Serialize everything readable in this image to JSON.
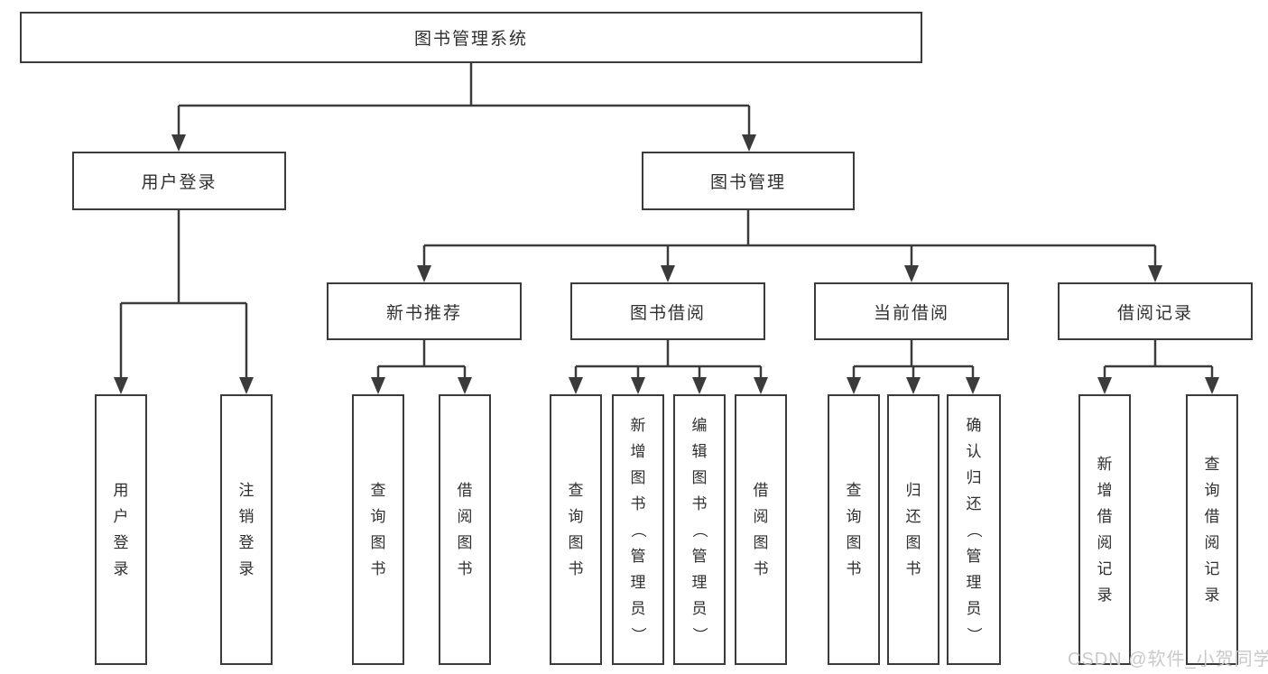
{
  "tree": {
    "label": "图书管理系统",
    "children": [
      {
        "label": "用户登录",
        "children": [
          {
            "label": "用户登录"
          },
          {
            "label": "注销登录"
          }
        ]
      },
      {
        "label": "图书管理",
        "children": [
          {
            "label": "新书推荐",
            "children": [
              {
                "label": "查询图书"
              },
              {
                "label": "借阅图书"
              }
            ]
          },
          {
            "label": "图书借阅",
            "children": [
              {
                "label": "查询图书"
              },
              {
                "label": "新增图书（管理员）"
              },
              {
                "label": "编辑图书（管理员）"
              },
              {
                "label": "借阅图书"
              }
            ]
          },
          {
            "label": "当前借阅",
            "children": [
              {
                "label": "查询图书"
              },
              {
                "label": "归还图书"
              },
              {
                "label": "确认归还（管理员）"
              }
            ]
          },
          {
            "label": "借阅记录",
            "children": [
              {
                "label": "新增借阅记录"
              },
              {
                "label": "查询借阅记录"
              }
            ]
          }
        ]
      }
    ]
  },
  "watermark": "CSDN @软件_小贺同学",
  "colors": {
    "line": "#3b3b3b",
    "text": "#2f2f2f",
    "background": "#ffffff",
    "watermark": "#c6c6c6"
  }
}
